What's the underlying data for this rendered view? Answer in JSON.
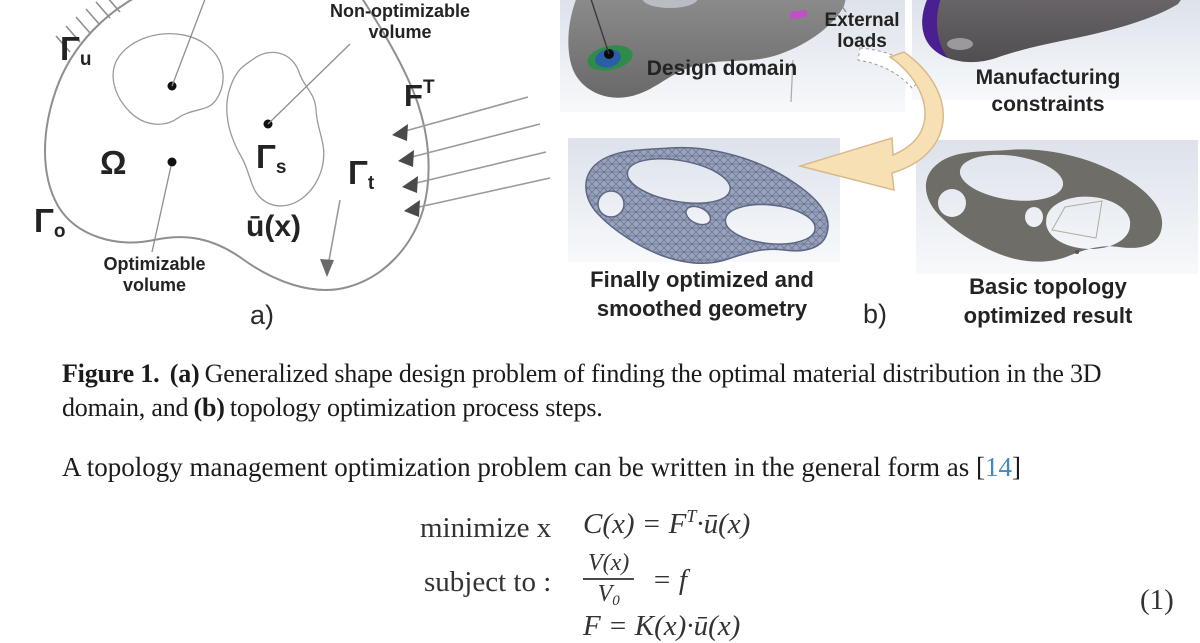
{
  "figure": {
    "panel_a": {
      "marker": "a)",
      "gamma_u": {
        "base": "Γ",
        "sub": "u"
      },
      "gamma_s": {
        "base": "Γ",
        "sub": "s"
      },
      "gamma_t": {
        "base": "Γ",
        "sub": "t"
      },
      "gamma_o": {
        "base": "Γ",
        "sub": "o"
      },
      "omega": "Ω",
      "displacement": "ū(x)",
      "force": {
        "base": "F",
        "sup": "T"
      },
      "non_optimizable": {
        "line1": "Non-optimizable",
        "line2": "volume"
      },
      "optimizable": {
        "line1": "Optimizable",
        "line2": "volume"
      }
    },
    "panel_b": {
      "marker": "b)",
      "design_domain": "Design domain",
      "external_loads": {
        "line1": "External",
        "line2": "loads"
      },
      "manufacturing": {
        "line1": "Manufacturing",
        "line2": "constraints"
      },
      "finally_optimized": {
        "line1": "Finally optimized and",
        "line2": "smoothed geometry"
      },
      "basic_topology": {
        "line1": "Basic topology",
        "line2": "optimized result"
      }
    },
    "caption": {
      "label": "Figure 1.",
      "marker_a": "(a)",
      "text_a": "Generalized shape design problem of finding the optimal material distribution in the 3D domain, and",
      "marker_b": "(b)",
      "text_b": "topology optimization process steps."
    }
  },
  "body": {
    "sentence": "A topology management optimization problem can be written in the general form as",
    "citation": {
      "open": "[",
      "label": "14",
      "close": "]"
    }
  },
  "equation": {
    "number": "(1)",
    "minimize": {
      "lhs": "minimize x",
      "rhs_main": "C(x) = F",
      "rhs_sup": "T",
      "rhs_tail": "·ū(x)"
    },
    "subject": {
      "lhs": "subject to :",
      "frac_num": "V(x)",
      "frac_den_base": "V",
      "frac_den_sub": "0",
      "rhs": "= f"
    },
    "stiffness": "F = K(x)·ū(x)"
  },
  "colors": {
    "citation_blue": "#3a8bc8",
    "panel_background": "#e2e6ee",
    "design_gray": "#7d7d7d",
    "constraint_purple": "#4a1f92",
    "mesh_blue": "#9aa3bc",
    "result_gray": "#6f6d68",
    "arrow_cream": "#f7e0b4",
    "fixture_green": "#2e8b4a",
    "fixture_blue": "#2a5fa8",
    "load_magenta": "#c050c8"
  }
}
